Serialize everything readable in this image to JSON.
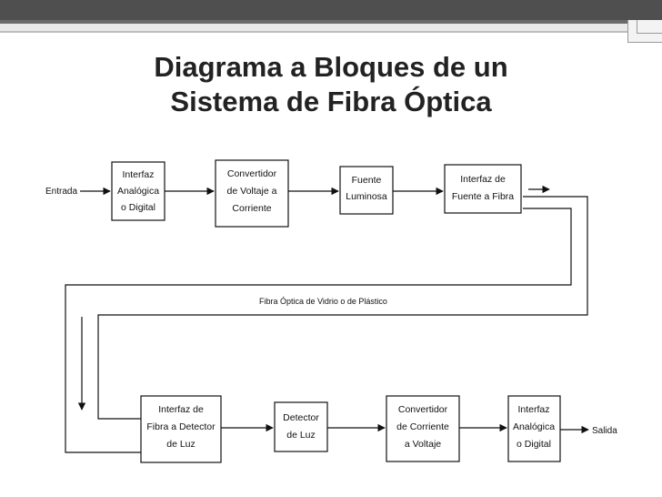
{
  "slide": {
    "title": "Diagrama a Bloques de un\nSistema de Fibra Óptica"
  },
  "diagram": {
    "input_label": "Entrada",
    "output_label": "Salida",
    "fiber_label": "Fibra Óptica de Vidrio o de Plástico",
    "top_blocks": [
      {
        "lines": [
          "Interfaz",
          "Analógica",
          "o Digital"
        ]
      },
      {
        "lines": [
          "Convertidor",
          "de Voltaje a",
          "Corriente"
        ]
      },
      {
        "lines": [
          "Fuente",
          "Luminosa"
        ]
      },
      {
        "lines": [
          "Interfaz de",
          "Fuente a Fibra"
        ]
      }
    ],
    "bottom_blocks": [
      {
        "lines": [
          "Interfaz de",
          "Fibra a Detector",
          "de Luz"
        ]
      },
      {
        "lines": [
          "Detector",
          "de Luz"
        ]
      },
      {
        "lines": [
          "Convertidor",
          "de Corriente",
          "a Voltaje"
        ]
      },
      {
        "lines": [
          "Interfaz",
          "Analógica",
          "o Digital"
        ]
      }
    ]
  }
}
